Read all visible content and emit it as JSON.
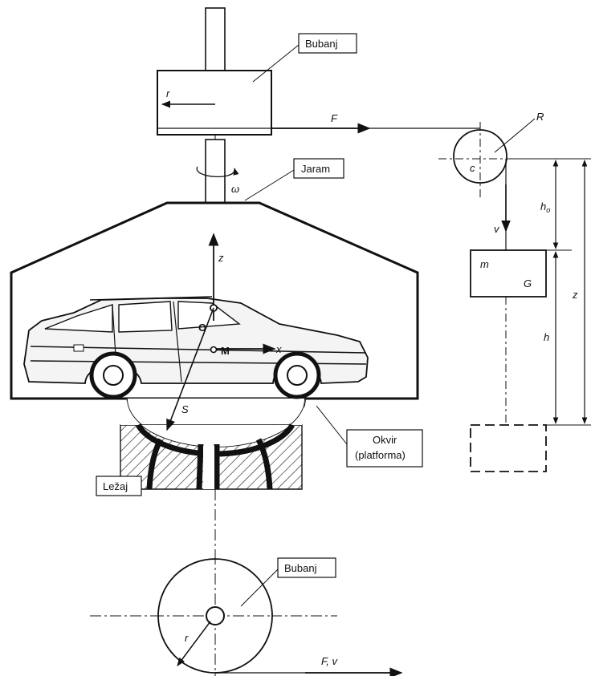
{
  "labels": {
    "drum_top": "Bubanj",
    "yoke": "Jaram",
    "frame_line1": "Okvir",
    "frame_line2": "(platforma)",
    "bearing": "Ležaj",
    "drum_bottom": "Bubanj"
  },
  "symbols": {
    "r_top": "r",
    "F": "F",
    "omega": "ω",
    "z_axis": "z",
    "x_axis": "x",
    "O": "O",
    "M": "M",
    "S": "S",
    "R": "R",
    "c": "c",
    "v": "v",
    "h0_main": "h",
    "h0_sub": "o",
    "m": "m",
    "G": "G",
    "h": "h",
    "z_right": "z",
    "r_bottom": "r",
    "Fv": "F, v"
  },
  "colors": {
    "ink": "#111111",
    "hatch": "#222222",
    "car_body": "#f4f4f4"
  }
}
